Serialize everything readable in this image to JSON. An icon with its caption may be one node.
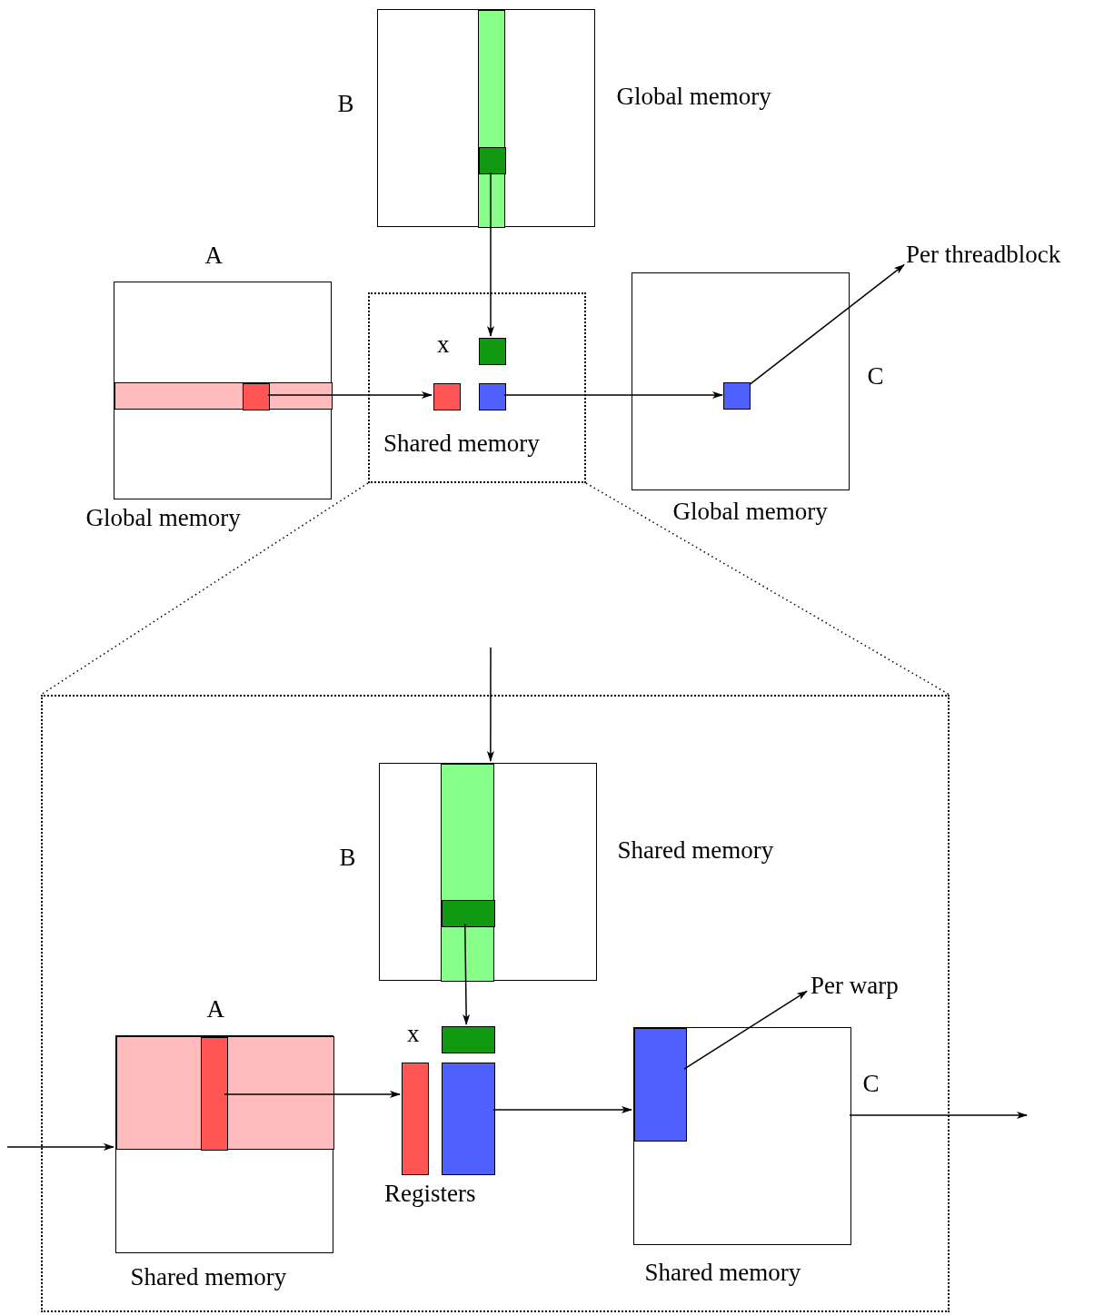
{
  "diagram": {
    "nodes": [
      {
        "text": [
          "B"
        ],
        "beside": [
          "Global memory"
        ]
      },
      {
        "text": [],
        "shape": "box",
        "in": 0
      },
      {
        "text": [],
        "shape": "box",
        "in": 1
      },
      {
        "text": [
          "A"
        ],
        "beside": [
          "Global memory"
        ]
      },
      {
        "text": [],
        "shape": "box",
        "in": 3
      },
      {
        "text": [],
        "shape": "box",
        "in": 4
      },
      {
        "text": [
          "Shared memory"
        ]
      },
      {
        "text": [],
        "shape": "box",
        "in": 6
      },
      {
        "text": [],
        "shape": "box",
        "in": 6
      },
      {
        "text": [],
        "shape": "box",
        "in": 6
      },
      {
        "text": [
          "C"
        ],
        "beside": [
          "Global memory"
        ]
      },
      {
        "text": [],
        "shape": "box",
        "in": 10
      },
      {
        "text": [
          "Per threadblock"
        ]
      },
      {
        "text": [],
        "shape": "box"
      },
      {
        "text": [
          "B"
        ],
        "beside": [
          "Shared memory"
        ],
        "in": 13
      },
      {
        "text": [],
        "shape": "box",
        "in": 14
      },
      {
        "text": [],
        "shape": "box",
        "in": 15
      },
      {
        "text": [
          "A"
        ],
        "beside": [
          "Shared memory"
        ],
        "in": 13
      },
      {
        "text": [],
        "shape": "box",
        "in": 17
      },
      {
        "text": [],
        "shape": "box",
        "in": 18
      },
      {
        "text": [],
        "shape": "box",
        "in": 13
      },
      {
        "text": [],
        "shape": "box",
        "in": 13
      },
      {
        "text": [],
        "shape": "box",
        "in": 13
      },
      {
        "text": [
          "C"
        ],
        "beside": [
          "Shared memory"
        ],
        "in": 13
      },
      {
        "text": [],
        "shape": "box",
        "in": 23
      },
      {
        "text": [
          "Per warp"
        ],
        "in": 13
      }
    ],
    "edges": [
      {
        "from": 2,
        "to": 7,
        "arrow": "to"
      },
      {
        "from": 5,
        "to": 8,
        "arrow": "to"
      },
      {
        "from": 9,
        "to": 11,
        "arrow": "to"
      },
      {
        "from": 11,
        "to": 12,
        "arrow": "to"
      },
      {
        "from": 6,
        "to": 13,
        "arrow": "none",
        "style": "dashed"
      },
      {
        "from": 6,
        "to": 13,
        "arrow": "none",
        "style": "dashed"
      },
      {
        "from": null,
        "to": 15,
        "arrow": "to"
      },
      {
        "from": null,
        "to": 17,
        "arrow": "to"
      },
      {
        "from": 16,
        "to": 20,
        "arrow": "to"
      },
      {
        "from": 19,
        "to": 21,
        "arrow": "to"
      },
      {
        "from": 22,
        "to": 24,
        "arrow": "to"
      },
      {
        "from": 24,
        "to": 25,
        "arrow": "to"
      },
      {
        "from": 23,
        "to": null,
        "arrow": "to"
      }
    ],
    "labels": [
      "x",
      "x",
      "Registers"
    ]
  }
}
